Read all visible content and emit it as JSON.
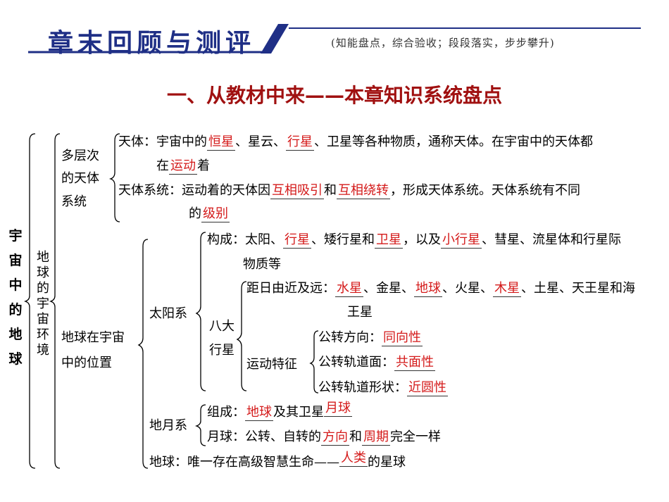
{
  "header": {
    "title": "章末回顾与测评",
    "subtitle": "(知能盘点，综合验收；段段落实，步步攀升)"
  },
  "section_title": "一、从教材中来——本章知识系统盘点",
  "colors": {
    "header_blue": "#1f2f86",
    "answer_red": "#d41a1a",
    "title_red": "#a01010"
  },
  "root": {
    "label": "宇宙中的地球"
  },
  "branch": {
    "label": "地球的宇宙环境"
  },
  "multi": {
    "label_l1": "多层次",
    "label_l2": "的天体",
    "label_l3": "系统",
    "celestial": {
      "prefix": "天体：宇宙中的",
      "ans1": "恒星",
      "mid1": "、星云、",
      "ans2": "行星",
      "tail": "、卫星等各种物质，通称天体。在宇宙中的天体都",
      "line2_prefix": "在",
      "ans3": "运动",
      "line2_suffix": "着"
    },
    "system": {
      "prefix": "天体系统：运动着的天体因",
      "ans1": "互相吸引",
      "mid": "和",
      "ans2": "互相绕转",
      "tail": "，形成天体系统。天体系统有不同",
      "line2_prefix": "的",
      "ans3": "级别"
    }
  },
  "position": {
    "label_l1": "地球在宇宙",
    "label_l2": "中的位置",
    "solar": {
      "label": "太阳系",
      "composition": {
        "prefix": "构成：太阳、",
        "ans1": "行星",
        "mid1": "、矮行星和",
        "ans2": "卫星",
        "mid2": "，以及",
        "ans3": "小行星",
        "tail": "、彗星、流星体和行星际",
        "line2": "物质等"
      },
      "eight": {
        "label_l1": "八大",
        "label_l2": "行星",
        "order": {
          "prefix": "距日由近及远：",
          "ans1": "水星",
          "mid1": "、金星、",
          "ans2": "地球",
          "mid2": "、火星、",
          "ans3": "木星",
          "tail": "、土星、天王星和海",
          "line2": "王星"
        },
        "motion": {
          "label": "运动特征",
          "direction_label": "公转方向：",
          "direction_ans": "同向性",
          "plane_label": "公转轨道面：",
          "plane_ans": "共面性",
          "shape_label": "公转轨道形状：",
          "shape_ans": "近圆性"
        }
      }
    },
    "earth_moon": {
      "label": "地月系",
      "composition_prefix": "组成：",
      "composition_ans1": "地球",
      "composition_mid": "及其卫星",
      "composition_ans2": "月球",
      "moon_prefix": "月球：公转、自转的",
      "moon_ans1": "方向",
      "moon_mid": "和",
      "moon_ans2": "周期",
      "moon_tail": "完全一样"
    },
    "earth": {
      "prefix": "地球：唯一存在高级智慧生命——",
      "ans": "人类",
      "suffix": "的星球"
    }
  }
}
